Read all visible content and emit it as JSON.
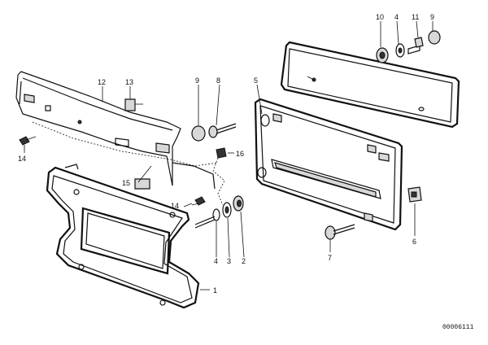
{
  "diagram": {
    "drawing_code": "00006111",
    "callouts": {
      "c1": "1",
      "c2": "2",
      "c3": "3",
      "c4a": "4",
      "c4b": "4",
      "c5": "5",
      "c6": "6",
      "c7": "7",
      "c8": "8",
      "c9a": "9",
      "c9b": "9",
      "c10": "10",
      "c11": "11",
      "c12": "12",
      "c13": "13",
      "c14a": "14",
      "c14b": "14",
      "c15": "15",
      "c16": "16"
    }
  }
}
